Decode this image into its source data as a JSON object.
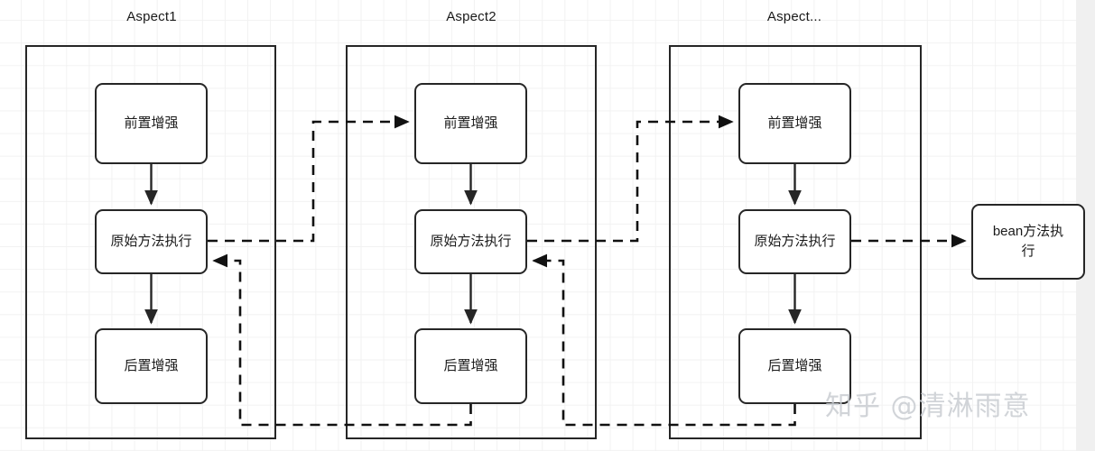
{
  "diagram": {
    "title_hidden": "Spring AOP aspect chain",
    "background": {
      "grid_color": "#f2f2f2",
      "page_color": "#ffffff",
      "gutter_color": "#f0f0f0"
    },
    "stroke_color": "#262626",
    "aspects": [
      {
        "id": "aspect1",
        "label": "Aspect1",
        "nodes": [
          {
            "id": "a1-before",
            "label": "前置增强"
          },
          {
            "id": "a1-proceed",
            "label": "原始方法执行"
          },
          {
            "id": "a1-after",
            "label": "后置增强"
          }
        ]
      },
      {
        "id": "aspect2",
        "label": "Aspect2",
        "nodes": [
          {
            "id": "a2-before",
            "label": "前置增强"
          },
          {
            "id": "a2-proceed",
            "label": "原始方法执行"
          },
          {
            "id": "a2-after",
            "label": "后置增强"
          }
        ]
      },
      {
        "id": "aspect3",
        "label": "Aspect...",
        "nodes": [
          {
            "id": "a3-before",
            "label": "前置增强"
          },
          {
            "id": "a3-proceed",
            "label": "原始方法执行"
          },
          {
            "id": "a3-after",
            "label": "后置增强"
          }
        ]
      }
    ],
    "target": {
      "id": "bean-method",
      "label_line1": "bean方法执",
      "label_line2": "行",
      "label": "bean方法执行"
    },
    "watermark": "知乎 @清淋雨意"
  }
}
